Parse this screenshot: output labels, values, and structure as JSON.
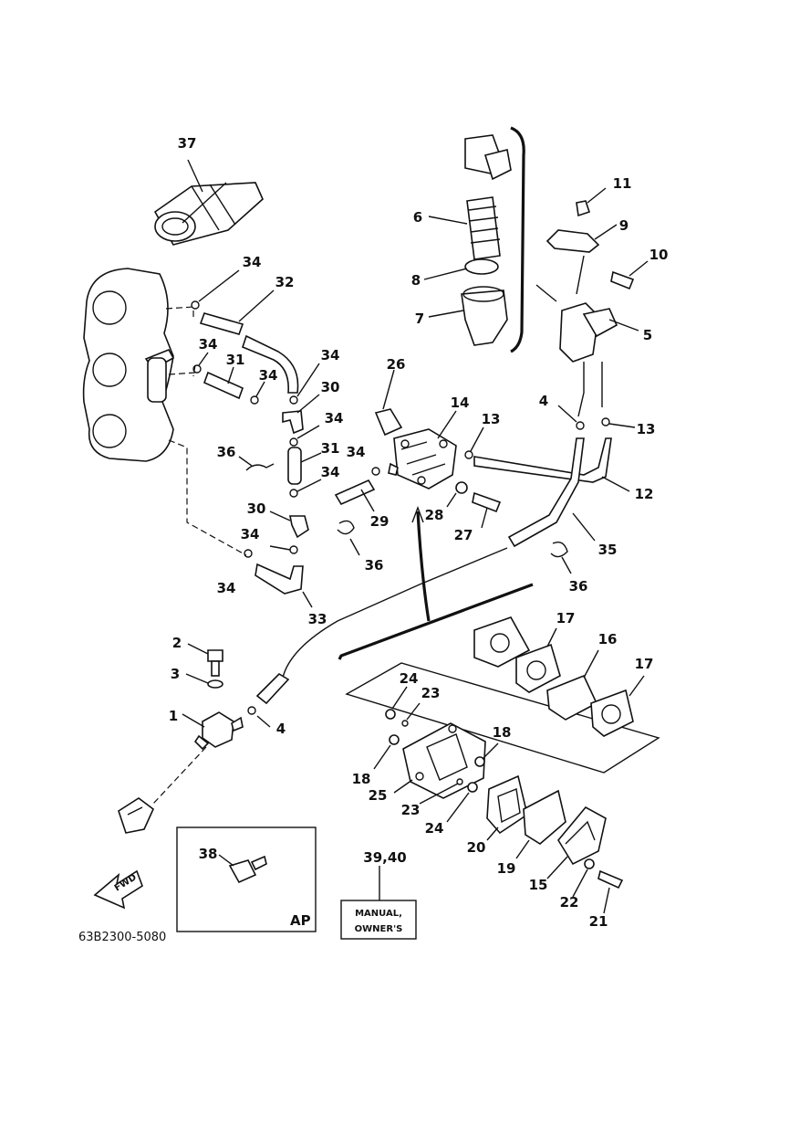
{
  "diagram": {
    "part_labels": {
      "p1": "1",
      "p2": "2",
      "p3": "3",
      "p4a": "4",
      "p4b": "4",
      "p5": "5",
      "p6": "6",
      "p7": "7",
      "p8": "8",
      "p9": "9",
      "p10": "10",
      "p11": "11",
      "p12": "12",
      "p13a": "13",
      "p13b": "13",
      "p14": "14",
      "p15": "15",
      "p16": "16",
      "p17a": "17",
      "p17b": "17",
      "p18a": "18",
      "p18b": "18",
      "p19": "19",
      "p20": "20",
      "p21": "21",
      "p22": "22",
      "p23a": "23",
      "p23b": "23",
      "p24a": "24",
      "p24b": "24",
      "p25": "25",
      "p26": "26",
      "p27": "27",
      "p28": "28",
      "p29": "29",
      "p30a": "30",
      "p30b": "30",
      "p31a": "31",
      "p31b": "31",
      "p32": "32",
      "p33": "33",
      "p34a": "34",
      "p34b": "34",
      "p34c": "34",
      "p34d": "34",
      "p34e": "34",
      "p34f": "34",
      "p34g": "34",
      "p34h": "34",
      "p35": "35",
      "p36a": "36",
      "p36b": "36",
      "p36c": "36",
      "p37": "37",
      "p38": "38",
      "p3940": "39,40"
    },
    "fwd_label": "FWD",
    "drawing_code": "63B2300-5080",
    "ap_box_label": "AP",
    "manual_box": {
      "line1": "MANUAL,",
      "line2": "OWNER'S"
    }
  }
}
